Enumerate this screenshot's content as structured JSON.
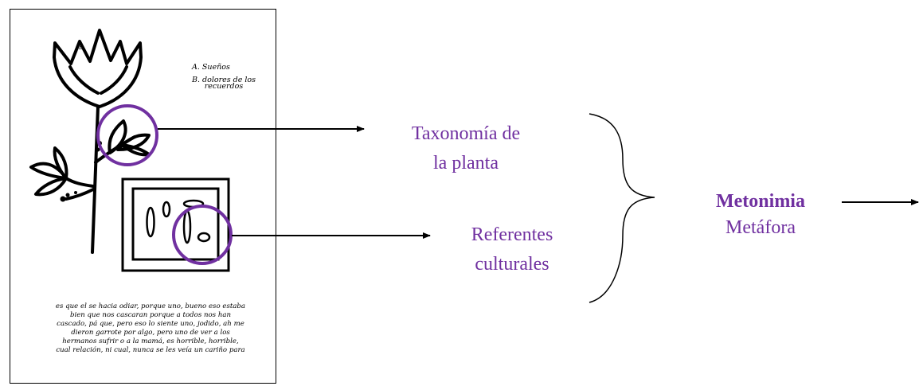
{
  "document": {
    "label_a": "A. Sueños",
    "label_b": "B. dolores de los recuerdos",
    "label_b_mark": "B.",
    "body_lines": [
      "es que el se hacia odiar, porque uno, bueno eso estaba",
      "bien que nos cascaran porque a todos nos han",
      "cascado, pá que, pero eso lo siente uno, jodido, ah me",
      "dieron garrote por algo, pero uno de ver a los",
      "hermanos sufrir o a la mamá, es horrible, horrible,",
      "cual relación, ni cual, nunca se les veía un cariño para"
    ]
  },
  "concepts": {
    "top_line1": "Taxonomía de",
    "top_line2": "la planta",
    "bottom_line1": "Referentes",
    "bottom_line2": "culturales"
  },
  "result": {
    "primary": "Metonimia",
    "secondary": "Metáfora"
  },
  "colors": {
    "accent": "#7030a0",
    "line": "#000000"
  }
}
